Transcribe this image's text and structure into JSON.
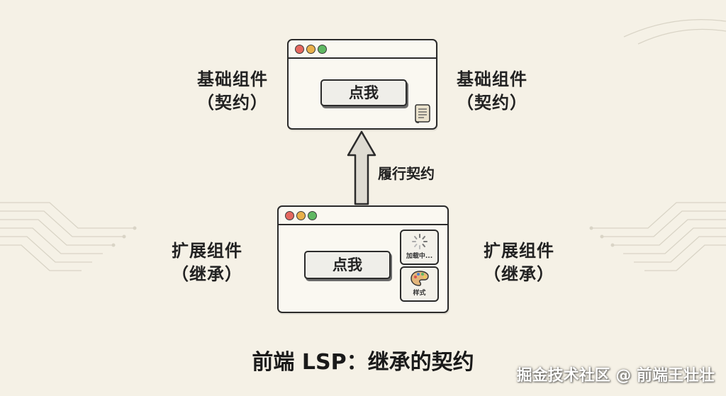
{
  "top_left_label": {
    "line1": "基础组件",
    "line2": "（契约）"
  },
  "top_right_label": {
    "line1": "基础组件",
    "line2": "（契约）"
  },
  "bottom_left_label": {
    "line1": "扩展组件",
    "line2": "（继承）"
  },
  "bottom_right_label": {
    "line1": "扩展组件",
    "line2": "（继承）"
  },
  "base_window": {
    "button_label": "点我"
  },
  "extended_window": {
    "button_label": "点我",
    "loading_label": "加载中...",
    "style_label": "样式"
  },
  "arrow_label": "履行契约",
  "caption": "前端 LSP：继承的契约",
  "watermark": "掘金技术社区 @ 前端王壮壮",
  "colors": {
    "background": "#f5f1e6",
    "dot_red": "#e5675f",
    "dot_yellow": "#e9b04a",
    "dot_green": "#5fb862",
    "arrow_fill": "#dedbd2"
  }
}
